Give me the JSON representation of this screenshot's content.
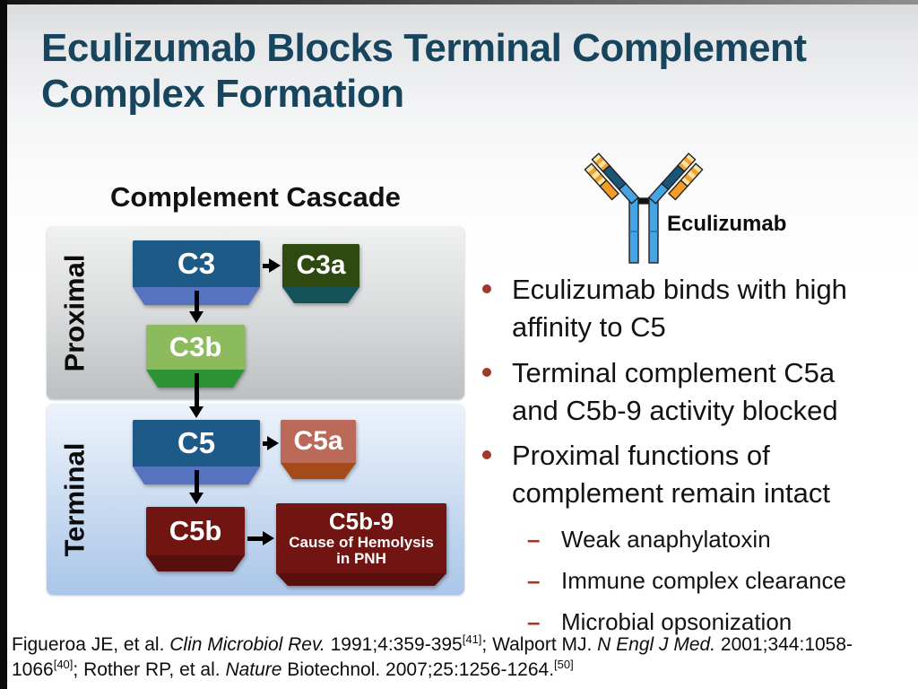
{
  "slide": {
    "title": "Eculizumab Blocks Terminal Complement Complex Formation"
  },
  "cascade": {
    "heading": "Complement Cascade",
    "sections": {
      "proximal": "Proximal",
      "terminal": "Terminal"
    },
    "boxes": {
      "c3": {
        "label": "C3"
      },
      "c3a": {
        "label": "C3a"
      },
      "c3b": {
        "label": "C3b"
      },
      "c5": {
        "label": "C5"
      },
      "c5a": {
        "label": "C5a"
      },
      "c5b": {
        "label": "C5b"
      },
      "c5b9": {
        "title": "C5b-9",
        "line1": "Cause of Hemolysis",
        "line2": "in PNH"
      }
    }
  },
  "antibody": {
    "label": "Eculizumab"
  },
  "bullets": {
    "marker": "•",
    "sub_marker": "–",
    "items": [
      {
        "text": "Eculizumab binds with high affinity to C5",
        "subs": []
      },
      {
        "text": "Terminal complement C5a and C5b-9 activity blocked",
        "subs": []
      },
      {
        "text": "Proximal functions of complement remain intact",
        "subs": [
          "Weak anaphylatoxin",
          "Immune complex clearance",
          "Microbial opsonization"
        ]
      }
    ]
  },
  "footer": {
    "segments": [
      {
        "text": "Figueroa JE, et al. "
      },
      {
        "text": "Clin Microbiol Rev.",
        "italic": true
      },
      {
        "text": " 1991;4:359-395"
      },
      {
        "text": "[41]",
        "sup": true
      },
      {
        "text": "; Walport MJ. "
      },
      {
        "text": "N Engl J Med.",
        "italic": true
      },
      {
        "text": " 2001;344:1058-1066"
      },
      {
        "text": "[40]",
        "sup": true
      },
      {
        "text": "; Rother RP, et al. "
      },
      {
        "text": "Nature",
        "italic": true
      },
      {
        "text": " Biotechnol. 2007;25:1256-1264."
      },
      {
        "text": "[50]",
        "sup": true
      }
    ]
  },
  "palette": {
    "title_text": "#17455E",
    "bullet_marker": "#9E3A2B",
    "box_blue": "#1E5A88",
    "box_blue_base": "#5573BE",
    "box_c3a": "#2F4A10",
    "box_c3a_base": "#14535A",
    "box_c3b": "#8CBB5E",
    "box_c3b_base": "#2E9334",
    "box_c5a": "#BB6A59",
    "box_c5a_base": "#A54A1A",
    "box_red": "#701511",
    "box_red_base": "#57100D"
  }
}
